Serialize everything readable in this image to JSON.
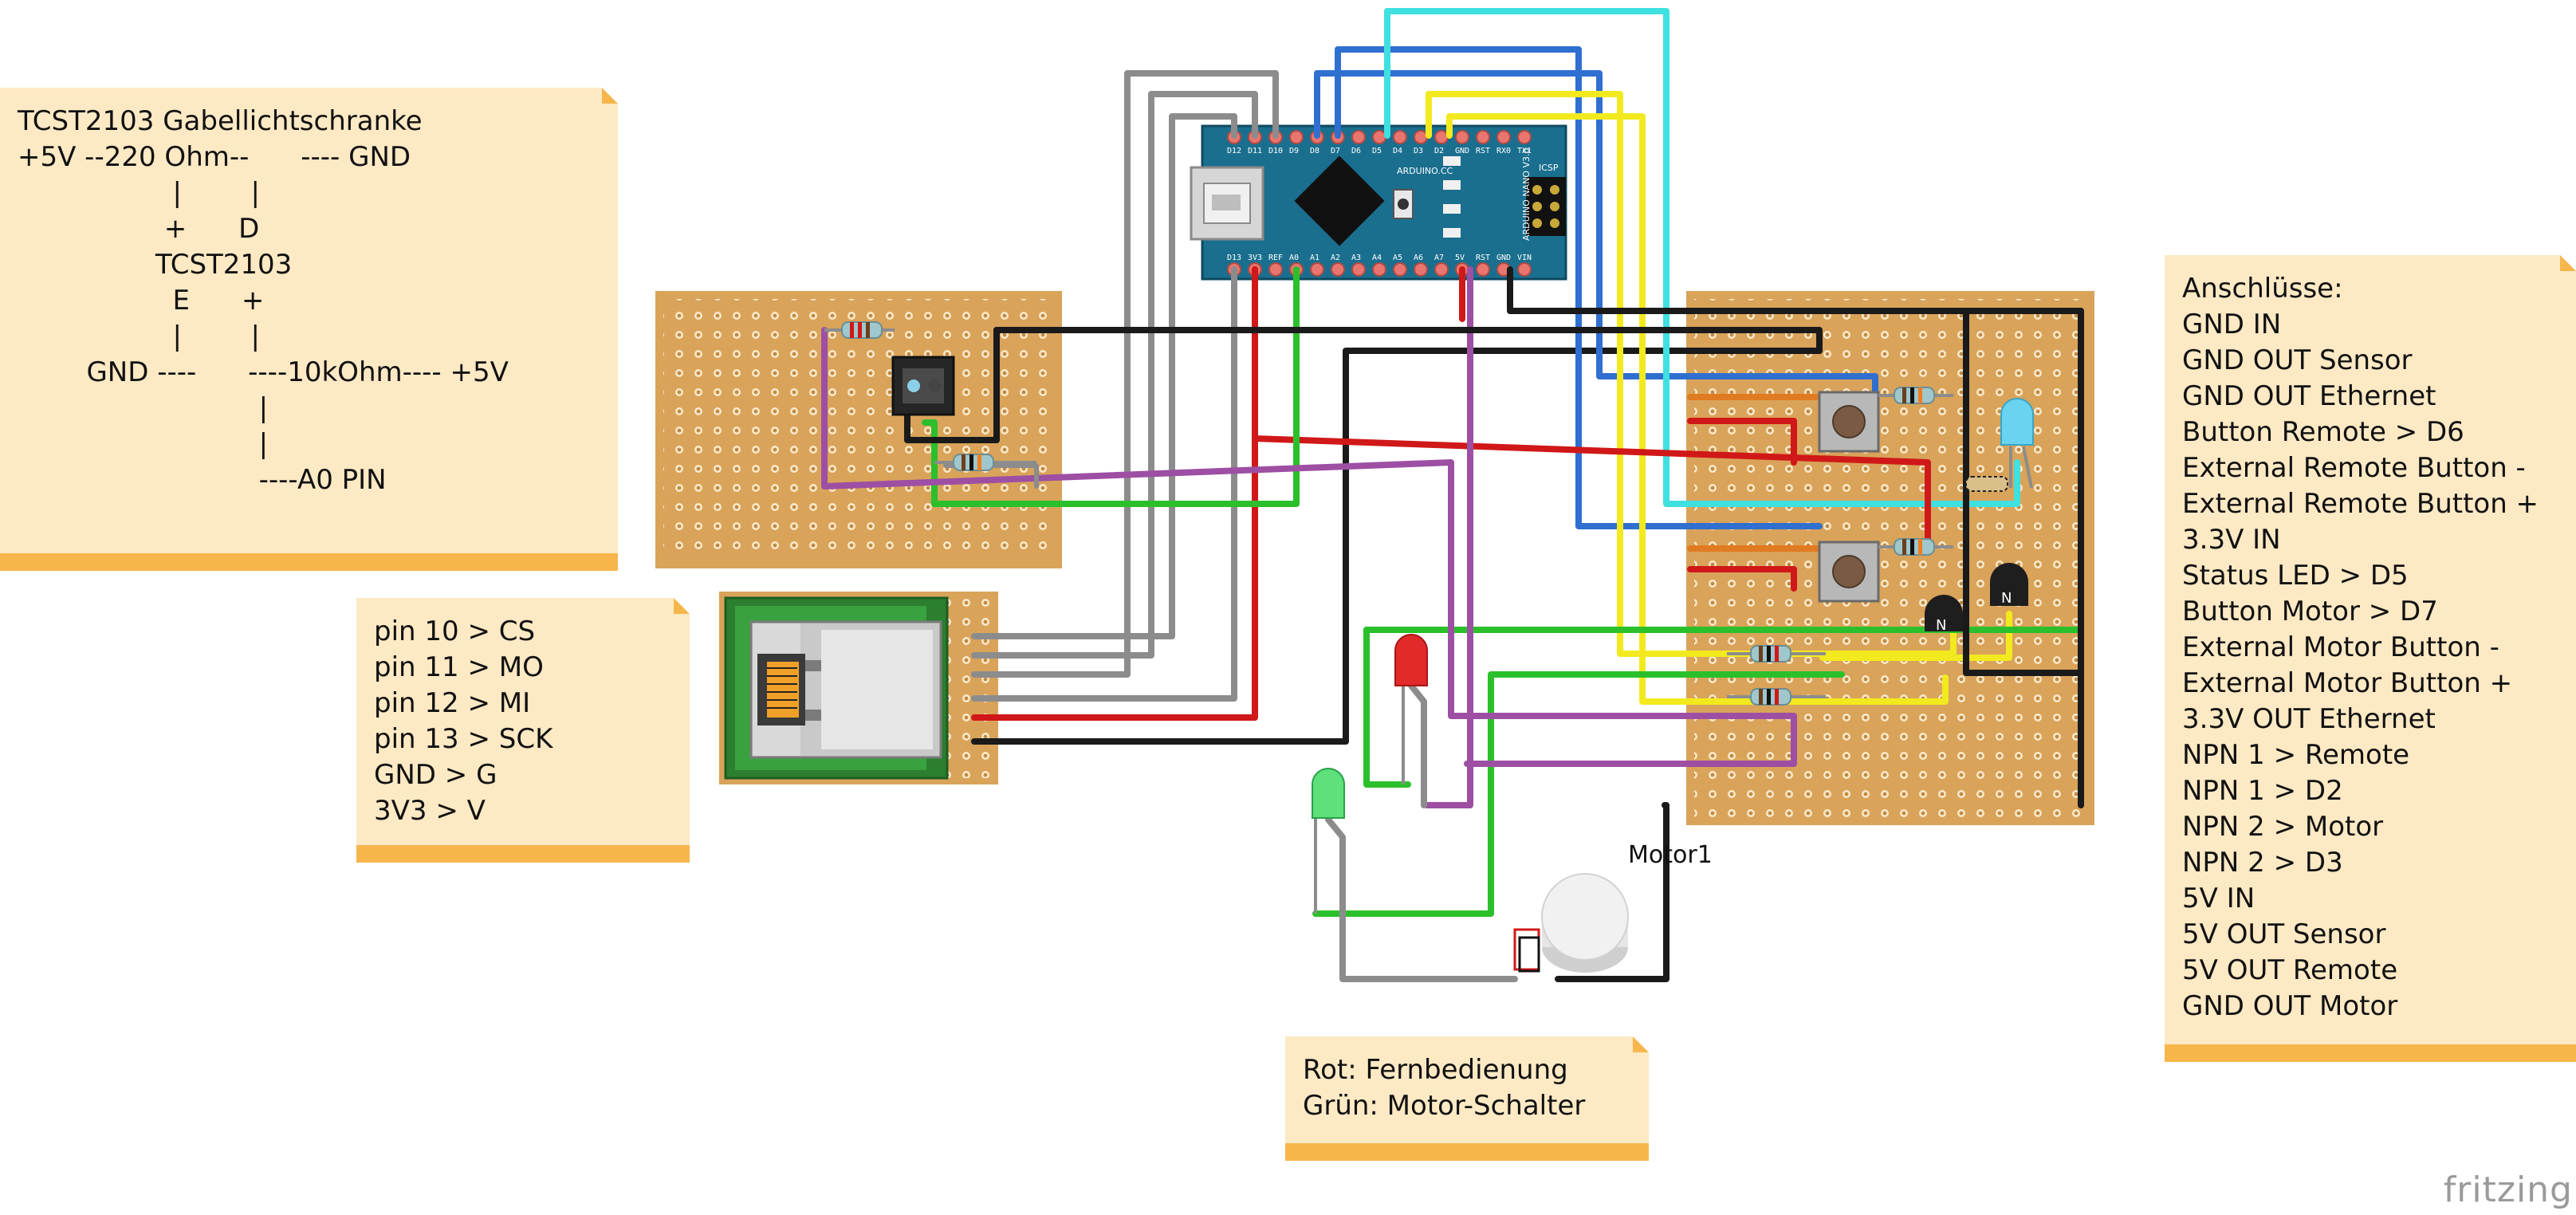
{
  "notes": {
    "sensor": {
      "lines": [
        "TCST2103 Gabellichtschranke",
        "+5V --220 Ohm--      ---- GND",
        "                  |        |",
        "                 +      D",
        "                TCST2103",
        "                  E      +",
        "                  |        |",
        "        GND ----      ----10kOhm---- +5V",
        "                            |",
        "                            |",
        "                            ----A0 PIN"
      ]
    },
    "ethernet": {
      "lines": [
        "pin 10 > CS",
        "pin 11 > MO",
        "pin 12 > MI",
        "pin 13 > SCK",
        "GND > G",
        "3V3 > V"
      ]
    },
    "legend": {
      "lines": [
        "Rot: Fernbedienung",
        "Grün: Motor-Schalter"
      ]
    },
    "connections": {
      "lines": [
        "Anschlüsse:",
        "GND IN",
        "GND OUT Sensor",
        "GND OUT Ethernet",
        "Button Remote > D6",
        "External Remote Button -",
        "External Remote Button +",
        "3.3V IN",
        "Status LED > D5",
        "Button Motor > D7",
        "External Motor Button -",
        "External Motor Button +",
        "3.3V OUT Ethernet",
        "NPN 1 > Remote",
        "NPN 1 > D2",
        "NPN 2 > Motor",
        "NPN 2 > D3",
        "5V IN",
        "5V OUT Sensor",
        "5V OUT Remote",
        "GND OUT Motor"
      ]
    }
  },
  "motor_label": "Motor1",
  "watermark": "fritzing",
  "arduino": {
    "top_pins": [
      "D12",
      "D11",
      "D10",
      "D9",
      "D8",
      "D7",
      "D6",
      "D5",
      "D4",
      "D3",
      "D2",
      "GND",
      "RST",
      "RX0",
      "TX1"
    ],
    "bottom_pins": [
      "D13",
      "3V3",
      "REF",
      "A0",
      "A1",
      "A2",
      "A3",
      "A4",
      "A5",
      "A6",
      "A7",
      "5V",
      "RST",
      "GND",
      "VIN"
    ],
    "brand_text": "ARDUINO.CC",
    "model_text": "ARDUINO NANO V3.0",
    "icsp_text": "ICSP"
  },
  "colors": {
    "board": "#1a6f8f",
    "perfboard": "#d9a35a",
    "wire_gray": "#8c8c8c",
    "wire_blue": "#2f6fd0",
    "wire_cyan": "#3fe0e0",
    "wire_yellow": "#f2ea1e",
    "wire_red": "#d01818",
    "wire_green": "#2bc02b",
    "wire_black": "#1a1a1a",
    "wire_purple": "#9d4fa3",
    "wire_orange": "#e07b22",
    "note_bg": "#fde9c4",
    "note_bar": "#f7b64c"
  }
}
